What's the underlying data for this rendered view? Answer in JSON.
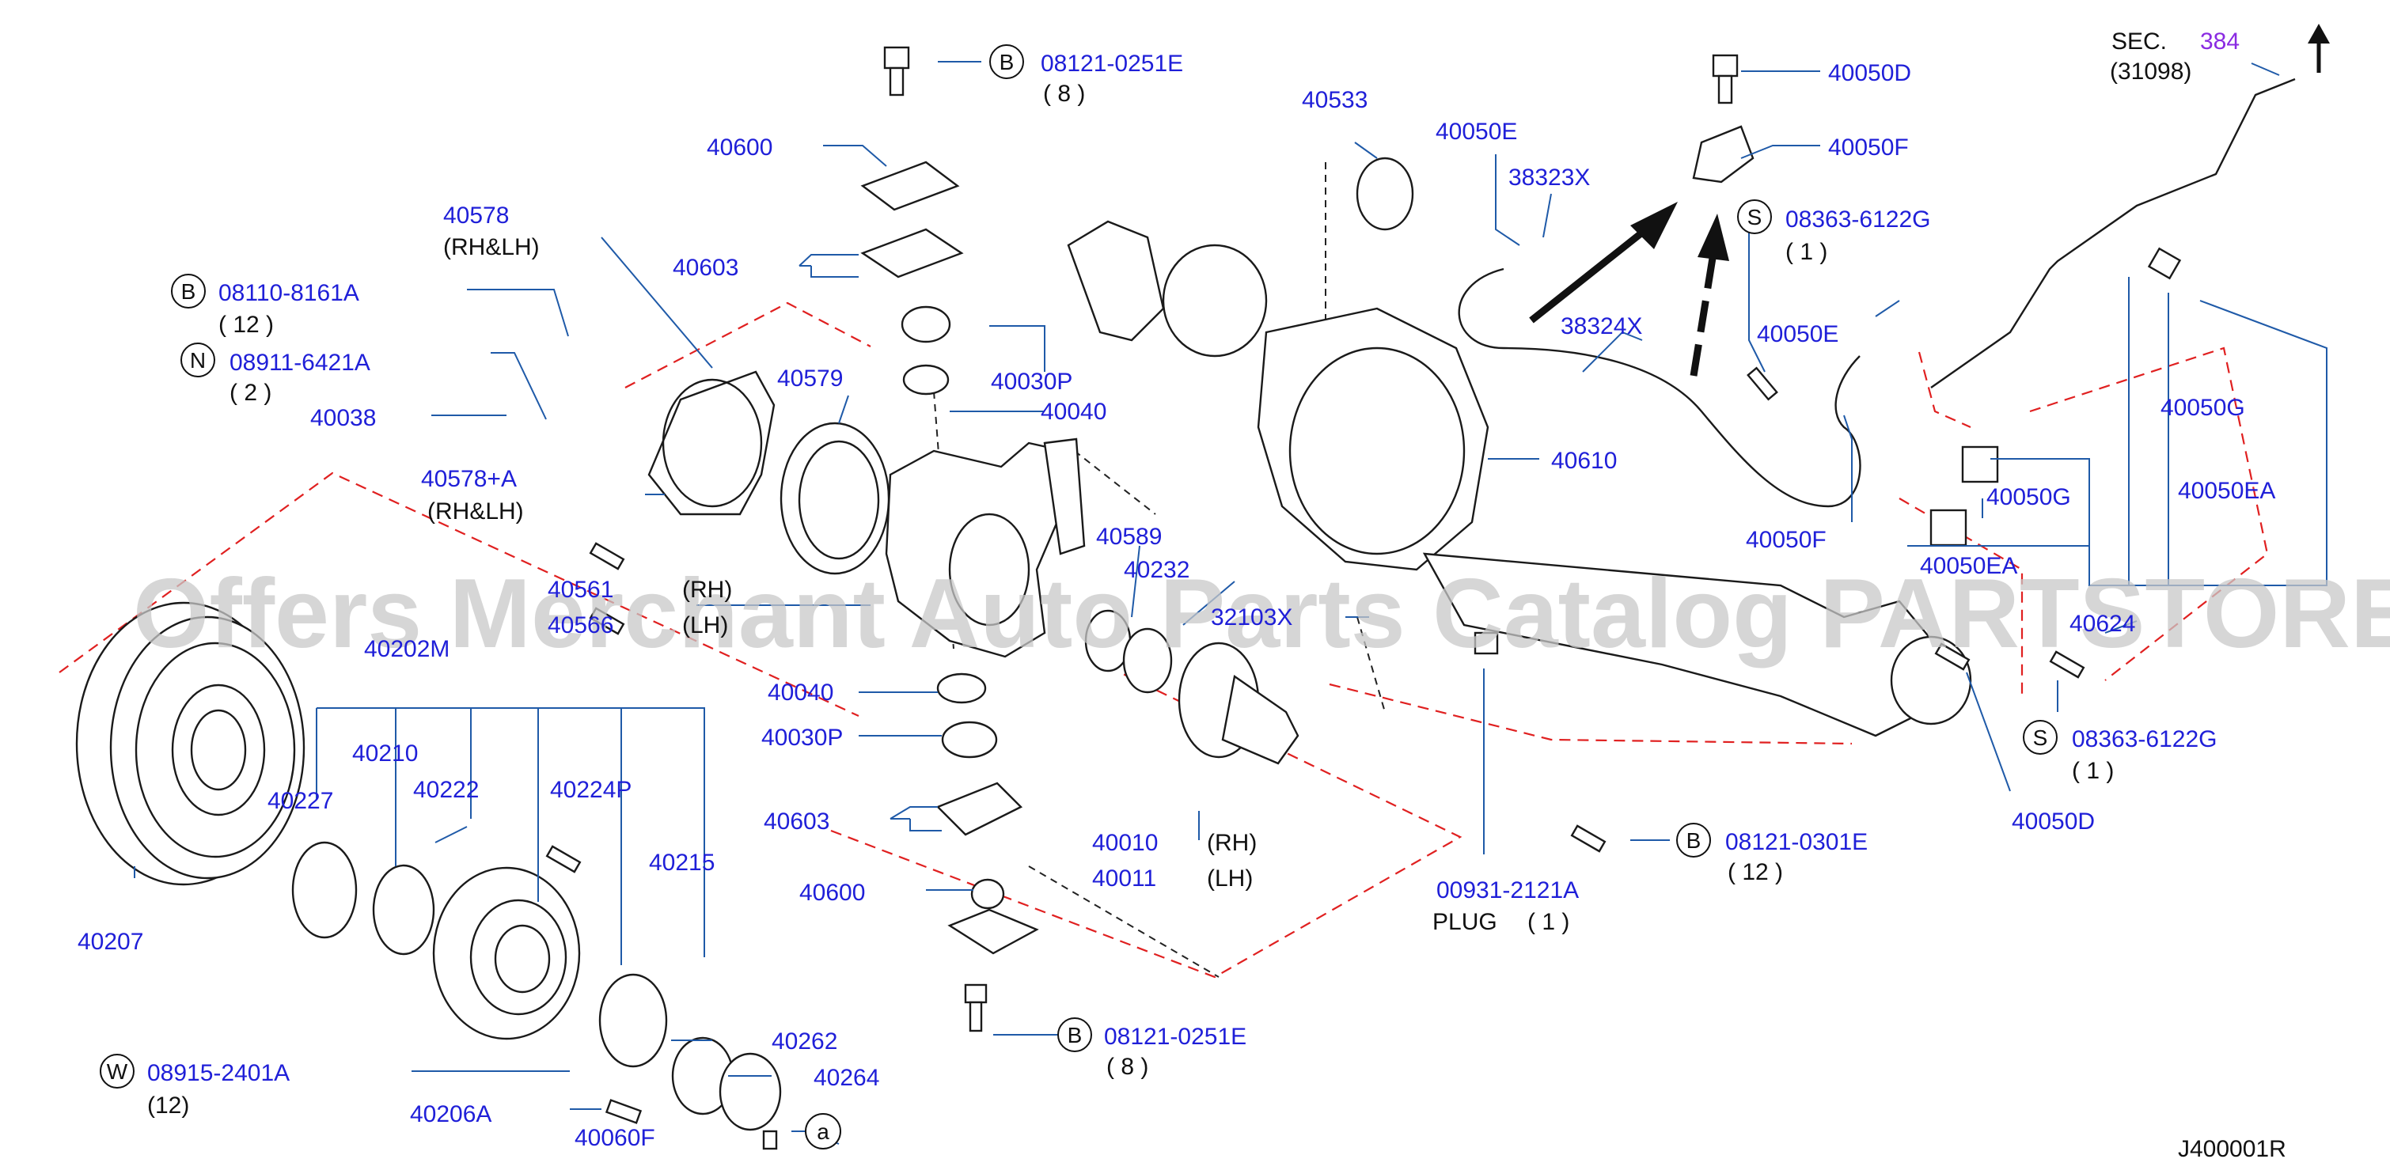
{
  "colors": {
    "part_number": "#1f1fd8",
    "section_ref": "#8a2be2",
    "note_text": "#111111",
    "leader": "#1f5aa8",
    "dashed_group": "#e02020",
    "watermark": "#c8c8c8"
  },
  "watermark": "Offers Merchant Auto Parts Catalog PARTSTORE.SA",
  "diagram_code": "J400001R",
  "section": {
    "prefix": "SEC.",
    "number": "384",
    "sub": "(31098)"
  },
  "parts": {
    "p08121_0251E_top": "08121-0251E",
    "q_8_top": "( 8 )",
    "p40600_top": "40600",
    "p40578": "40578",
    "rhlh_1": "(RH&LH)",
    "p08110_8161A": "08110-8161A",
    "q_12_a": "( 12 )",
    "p08911_6421A": "08911-6421A",
    "q_2": "( 2 )",
    "p40038": "40038",
    "p40603_top": "40603",
    "p40579": "40579",
    "p40030P_top": "40030P",
    "p40040_top": "40040",
    "p40578A": "40578+A",
    "rhlh_2": "(RH&LH)",
    "p40561": "40561",
    "rh_1": "(RH)",
    "p40566": "40566",
    "lh_1": "(LH)",
    "p40589": "40589",
    "p40232": "40232",
    "p40202M": "40202M",
    "p40040_mid": "40040",
    "p40030P_mid": "40030P",
    "p40210": "40210",
    "p40222": "40222",
    "p40224P": "40224P",
    "p40227": "40227",
    "p40215": "40215",
    "p40603_bot": "40603",
    "p40600_bot": "40600",
    "p40010": "40010",
    "rh_2": "(RH)",
    "p40011": "40011",
    "lh_2": "(LH)",
    "p40207": "40207",
    "p08121_0251E_bot": "08121-0251E",
    "q_8_bot": "( 8 )",
    "p40262": "40262",
    "p40264": "40264",
    "p08915_2401A": "08915-2401A",
    "q_12_w": "(12)",
    "p40206A": "40206A",
    "p40060F": "40060F",
    "callout_a": "a",
    "p40533": "40533",
    "p40050E_top": "40050E",
    "p38323X": "38323X",
    "p38324X": "38324X",
    "p40610": "40610",
    "p32103X": "32103X",
    "p00931_2121A": "00931-2121A",
    "plug_label": "PLUG",
    "q_1_plug": "( 1 )",
    "p08121_0301E": "08121-0301E",
    "q_12_b": "( 12 )",
    "p40050D_top": "40050D",
    "p40050F_top": "40050F",
    "p08363_6122G_top": "08363-6122G",
    "q_1_s_top": "( 1 )",
    "p40050E_mid": "40050E",
    "p40050F_mid": "40050F",
    "p40050G_right": "40050G",
    "p40050G_mid": "40050G",
    "p40050EA_right": "40050EA",
    "p40050EA_mid": "40050EA",
    "p40624": "40624",
    "p08363_6122G_bot": "08363-6122G",
    "q_1_s_bot": "( 1 )",
    "p40050D_bot": "40050D"
  },
  "badges": {
    "b1": "B",
    "b2": "B",
    "b3": "B",
    "b4": "B",
    "n1": "N",
    "w1": "W",
    "s1": "S",
    "s2": "S"
  }
}
